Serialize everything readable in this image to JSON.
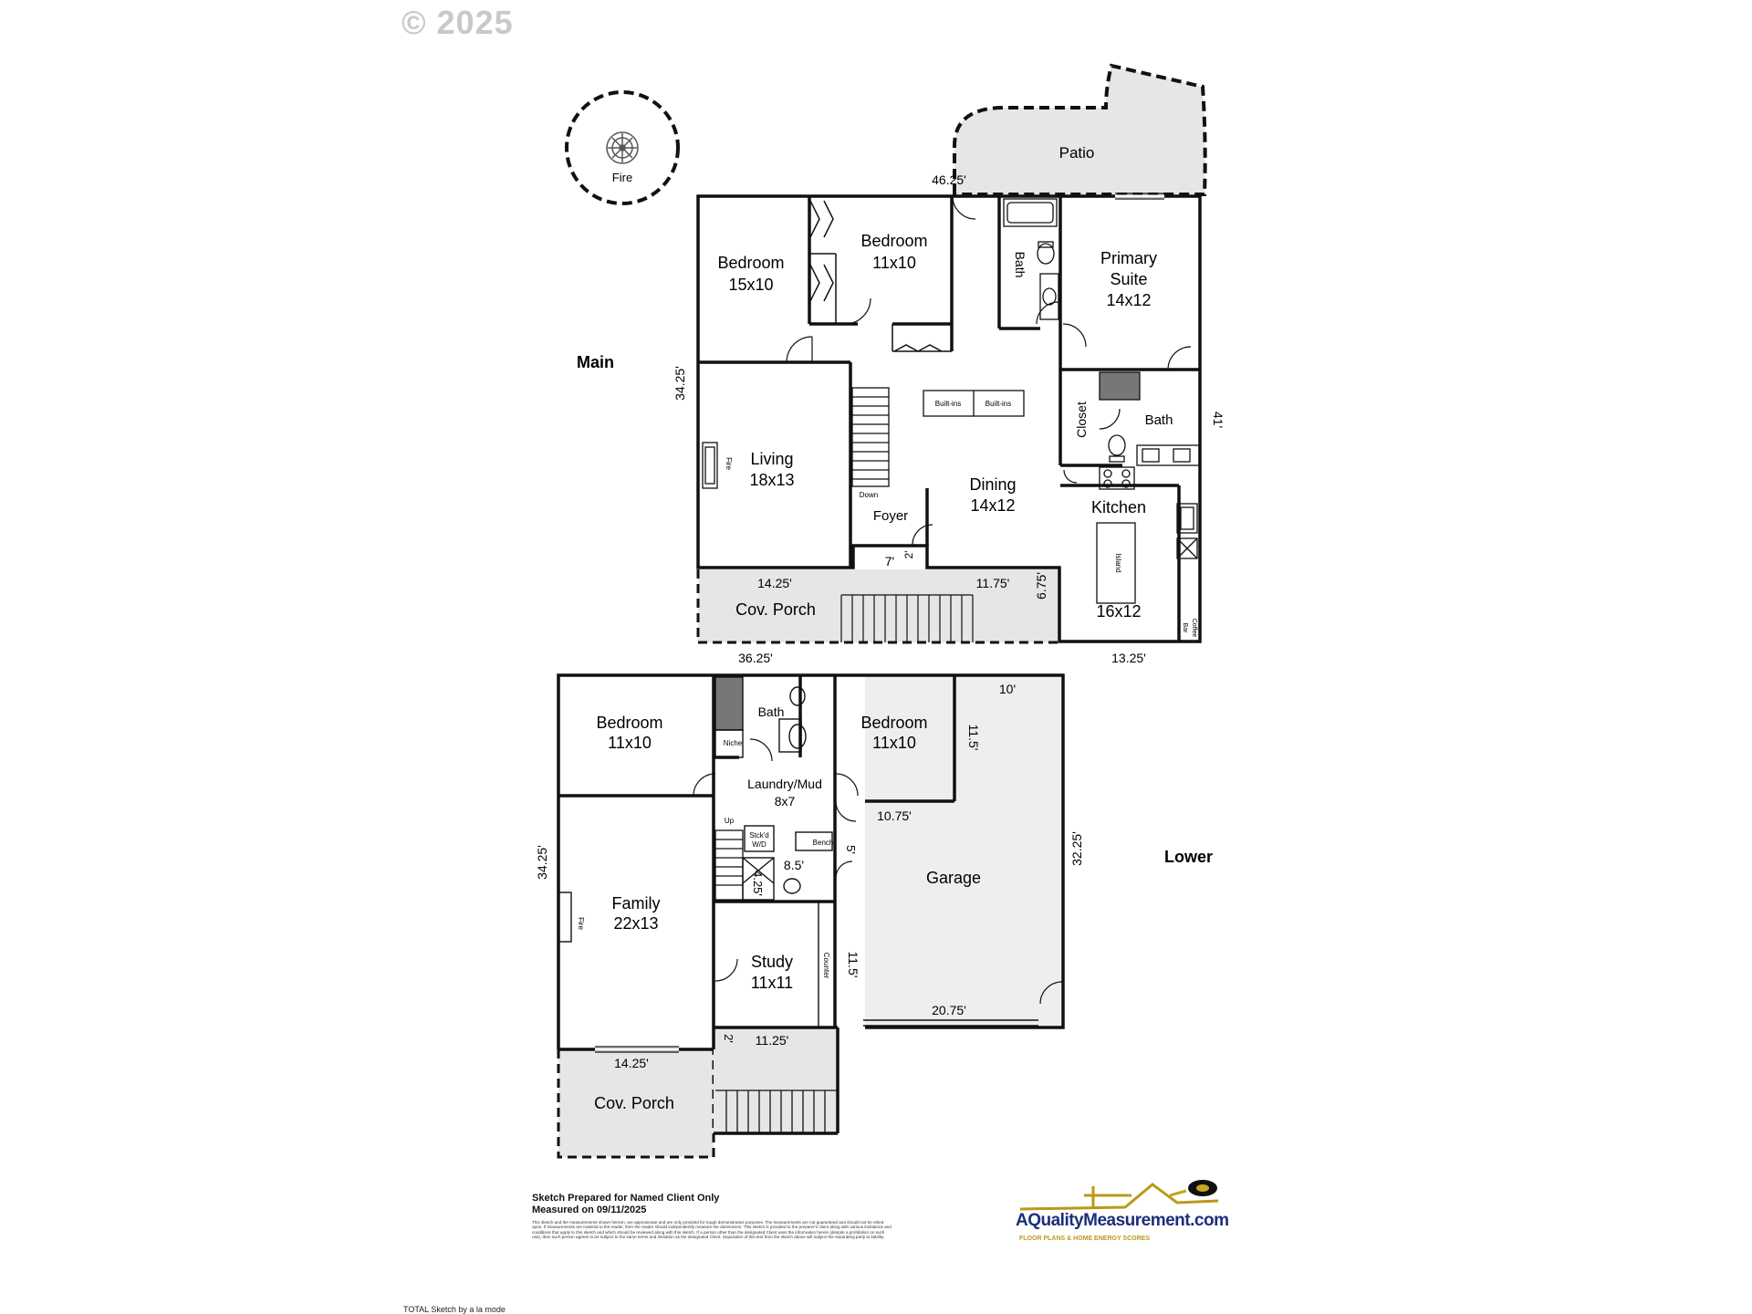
{
  "copyright": "© 2025",
  "main_floor": {
    "label": "Main",
    "fire_pit": "Fire",
    "patio": "Patio",
    "rooms": {
      "bedroom1": {
        "name": "Bedroom",
        "size": "15x10"
      },
      "bedroom2": {
        "name": "Bedroom",
        "size": "11x10"
      },
      "primary_suite": {
        "name": "Primary",
        "name2": "Suite",
        "size": "14x12"
      },
      "bath_vertical": "Bath",
      "bath2": "Bath",
      "closet": "Closet",
      "living": {
        "name": "Living",
        "size": "18x13"
      },
      "dining": {
        "name": "Dining",
        "size": "14x12"
      },
      "kitchen": {
        "name": "Kitchen",
        "size": "16x12"
      },
      "foyer": "Foyer",
      "porch": "Cov. Porch"
    },
    "small_labels": {
      "builtins1": "Built-ins",
      "builtins2": "Built-ins",
      "down": "Down",
      "fire": "Fire",
      "island": "Island",
      "coffee": "Coffee",
      "bar": "Bar"
    },
    "dimensions": {
      "top": "46.25'",
      "left": "34.25'",
      "right": "41'",
      "bottom_left": "36.25'",
      "bottom_right": "13.25'",
      "porch_left": "14.25'",
      "porch_right": "11.75'",
      "porch_depth": "6.75'",
      "step_width": "7'",
      "step_depth": "2'"
    }
  },
  "lower_floor": {
    "label": "Lower",
    "rooms": {
      "bedroom1": {
        "name": "Bedroom",
        "size": "11x10"
      },
      "bedroom2": {
        "name": "Bedroom",
        "size": "11x10"
      },
      "bath": "Bath",
      "laundry": {
        "name": "Laundry/Mud",
        "size": "8x7"
      },
      "family": {
        "name": "Family",
        "size": "22x13"
      },
      "study": {
        "name": "Study",
        "size": "11x11"
      },
      "garage": "Garage",
      "porch": "Cov. Porch"
    },
    "small_labels": {
      "niche": "Niche",
      "up": "Up",
      "stackd": "Stck'd",
      "wd": "W/D",
      "bench": "Bench",
      "fire": "Fire",
      "counter": "Counter"
    },
    "dimensions": {
      "left": "34.25'",
      "garage_top": "10'",
      "garage_right": "32.25'",
      "garage_inner_vert": "11.5'",
      "garage_inner_horiz": "10.75'",
      "garage_lower_vert": "11.5'",
      "garage_bottom": "20.75'",
      "small_vert": "5'",
      "small_horiz": "8.5'",
      "small_depth": "4.25'",
      "porch_width": "14.25'",
      "step_depth": "2'",
      "step_width": "11.25'"
    }
  },
  "disclaimer": {
    "title1": "Sketch Prepared for Named Client Only",
    "title2": "Measured on 09/11/2025",
    "body": "This sketch and the measurements shown hereon, are approximate and are only provided for rough demonstrative purposes. The measurements are not guaranteed and should not be relied upon. If measurements are material to the reader, then the reader should independently measure the dimensions. This sketch is provided to the preparer's client along with various limitations and conditions that apply to this sketch and which should be reviewed along with this sketch. If a person other than the designated Client uses the information herein (despite a prohibition on such use), then such person agrees to be subject to the same terms and limitation as the designated Client. Separation of this text from the sketch above will subject the separating party to liability."
  },
  "logo": {
    "name": "AQualityMeasurement.com",
    "tagline": "FLOOR PLANS & HOME ENERGY SCORES"
  },
  "footer": "TOTAL Sketch by a la mode",
  "colors": {
    "wall": "#111111",
    "porch_fill": "#e6e6e6",
    "garage_fill": "#eeeeee",
    "logo_blue": "#1b2f7a",
    "logo_gold": "#b89a1a"
  }
}
